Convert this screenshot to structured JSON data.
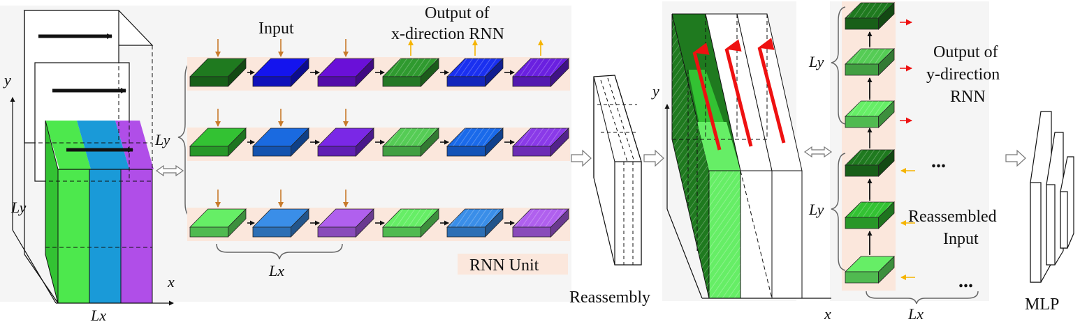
{
  "labels": {
    "input": "Input",
    "output_x_line1": "Output of",
    "output_x_line2": "x-direction RNN",
    "ly_left": "Ly",
    "ly_main": "Ly",
    "lx_bottom": "Lx",
    "lx_rows": "Lx",
    "axis_x1": "x",
    "axis_y1": "y",
    "rnn_unit": "RNN Unit",
    "reassembly": "Reassembly",
    "axis_x2": "x",
    "axis_y2": "y",
    "ly_top_col": "Ly",
    "ly_bot_col": "Ly",
    "output_y_line1": "Output of",
    "output_y_line2": "y-direction",
    "output_y_line3": "RNN",
    "ellipsis_mid": "...",
    "reassembled_line1": "Reassembled",
    "reassembled_line2": "Input",
    "ellipsis_bottom": "...",
    "lx_col": "Lx",
    "mlp": "MLP"
  },
  "colors": {
    "row1": [
      "#1f7a1f",
      "#1414ee",
      "#6a10d8",
      "#2f9a2f",
      "#1a30f0",
      "#6a20e0"
    ],
    "row2": [
      "#33c233",
      "#1a6ae0",
      "#7a28e6",
      "#55cc55",
      "#1a6aea",
      "#8a3ae8"
    ],
    "row3": [
      "#66ee66",
      "#3a8ee8",
      "#b060ee",
      "#66ee66",
      "#3a8ee8",
      "#b060ee"
    ],
    "slab_green": "#4de84d",
    "slab_blue": "#1a9ad8",
    "slab_purple": "#b04ee8",
    "band": "#fbe7dc",
    "down_arrow": "#c87a2a",
    "up_arrow": "#f5b400",
    "red_arrow": "#ee1111",
    "yellow_arrow": "#f5b400"
  }
}
